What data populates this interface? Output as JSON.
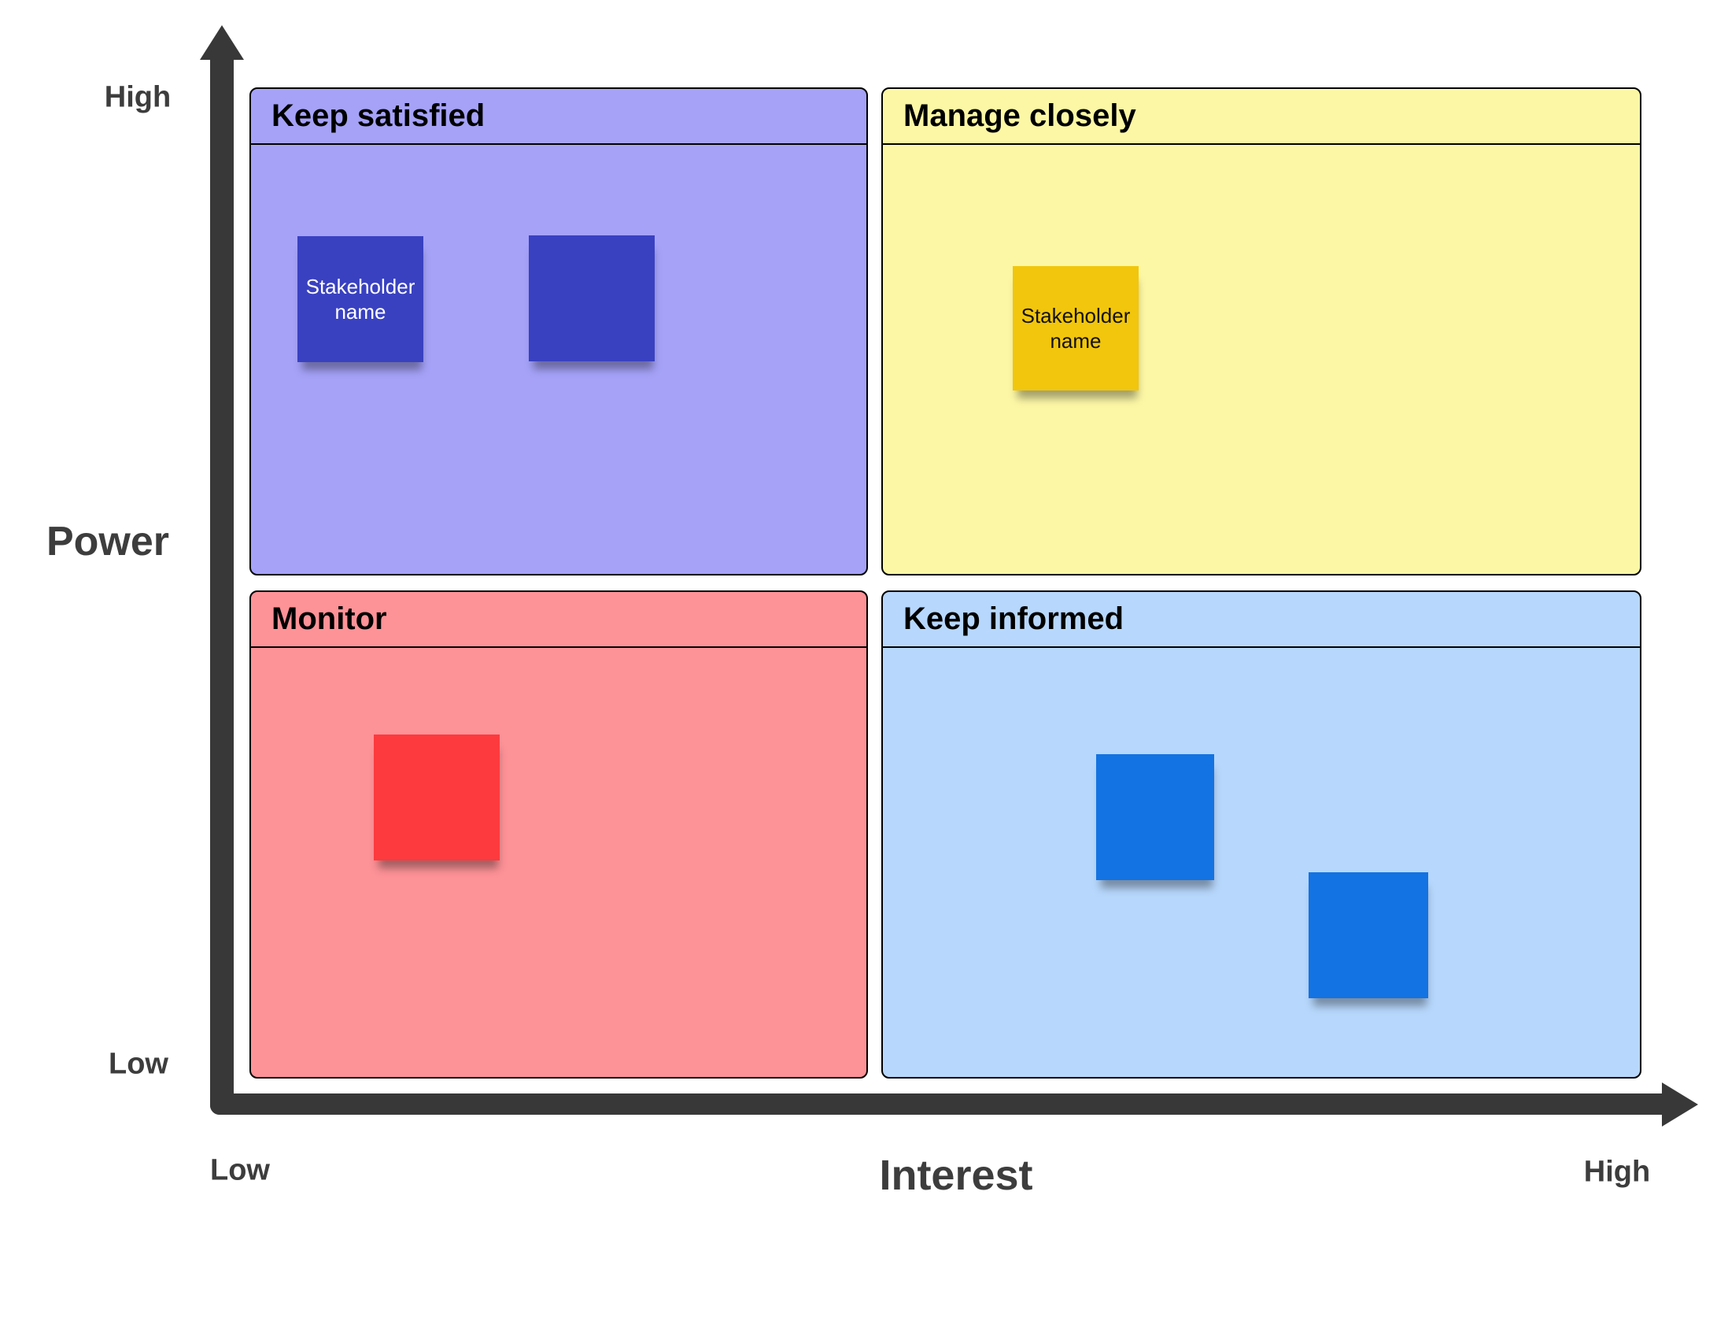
{
  "axes": {
    "y_label": "Power",
    "y_high": "High",
    "y_low": "Low",
    "x_label": "Interest",
    "x_low": "Low",
    "x_high": "High"
  },
  "quadrants": [
    {
      "id": "keep-satisfied",
      "position": "top-left",
      "title": "Keep satisfied",
      "notes": [
        {
          "text": "Stakeholder name"
        },
        {
          "text": ""
        }
      ]
    },
    {
      "id": "manage-closely",
      "position": "top-right",
      "title": "Manage closely",
      "notes": [
        {
          "text": "Stakeholder name"
        }
      ]
    },
    {
      "id": "monitor",
      "position": "bottom-left",
      "title": "Monitor",
      "notes": [
        {
          "text": ""
        }
      ]
    },
    {
      "id": "keep-informed",
      "position": "bottom-right",
      "title": "Keep informed",
      "notes": [
        {
          "text": ""
        },
        {
          "text": ""
        }
      ]
    }
  ],
  "colors": {
    "keep_satisfied_bg": "#a5a2f8",
    "keep_satisfied_note": "#3941c1",
    "manage_closely_bg": "#fcf7a5",
    "manage_closely_note": "#f2c60c",
    "monitor_bg": "#fd9297",
    "monitor_note": "#fd3a3e",
    "keep_informed_bg": "#b7d7fc",
    "keep_informed_note": "#1373e2",
    "axis": "#383838",
    "border": "#000000",
    "label_text": "#3d3d3d",
    "note_text_light": "#ffffff",
    "note_text_dark": "#111111"
  }
}
